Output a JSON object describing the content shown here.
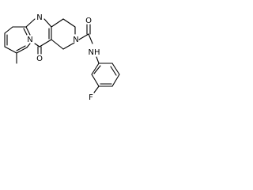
{
  "molecule": {
    "labels": {
      "n_pyrimidine": "N",
      "n_bridgehead": "N",
      "n_piperidine": "N",
      "o_ketone": "O",
      "o_amide": "O",
      "nh_amide": "NH",
      "f_fluoro": "F"
    },
    "colors": {
      "bond": "#000000",
      "background": "#ffffff"
    }
  }
}
